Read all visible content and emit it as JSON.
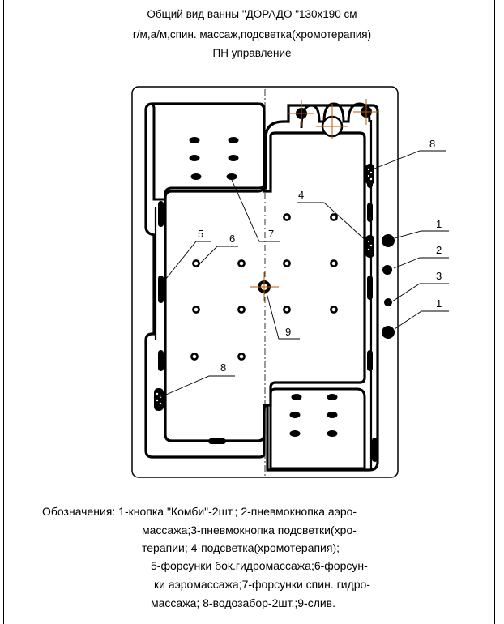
{
  "title": {
    "line1": "Общий вид ванны \"ДОРАДО \"130x190 см",
    "line2": "г/м,а/м,спин. массаж,подсветка(хромотерапия)",
    "line3": "ПН управление"
  },
  "callouts": {
    "c1a": "1",
    "c1b": "1",
    "c2": "2",
    "c3": "3",
    "c4": "4",
    "c5": "5",
    "c6": "6",
    "c7": "7",
    "c8a": "8",
    "c8b": "8",
    "c9": "9"
  },
  "legend": {
    "line1": "Обозначения: 1-кнопка \"Комби\"-2шт.; 2-пневмокнопка аэро-",
    "line2": "массажа;3-пневмокнопка подсветки(хро-",
    "line3": "терапии; 4-подсветка(хромотерапия);",
    "line4": "5-форсунки бок.гидромассажа;6-форсун-",
    "line5": "ки аэромассажа;7-форсунки спин. гидро-",
    "line6": "массажа; 8-водозабор-2шт.;9-слив."
  }
}
